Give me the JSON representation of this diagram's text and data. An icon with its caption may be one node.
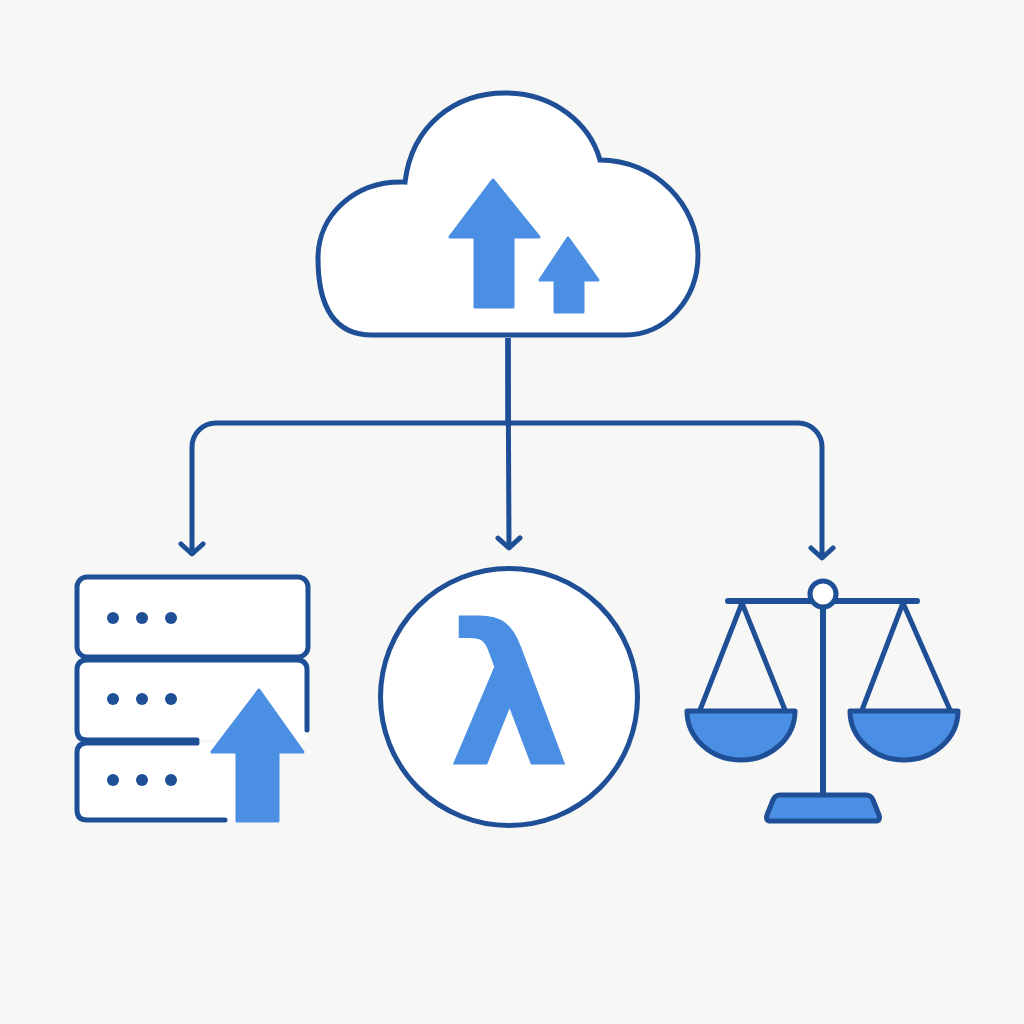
{
  "diagram": {
    "nodes": [
      {
        "text": [],
        "shape": "cloud"
      },
      {
        "text": [],
        "shape": "picture"
      },
      {
        "text": [
          "λ"
        ]
      },
      {
        "text": [],
        "shape": "picture"
      }
    ],
    "edges": [
      {
        "from": 0,
        "to": 1,
        "arrow": "to"
      },
      {
        "from": 0,
        "to": 2,
        "arrow": "to"
      },
      {
        "from": 0,
        "to": 3,
        "arrow": "to"
      }
    ]
  }
}
